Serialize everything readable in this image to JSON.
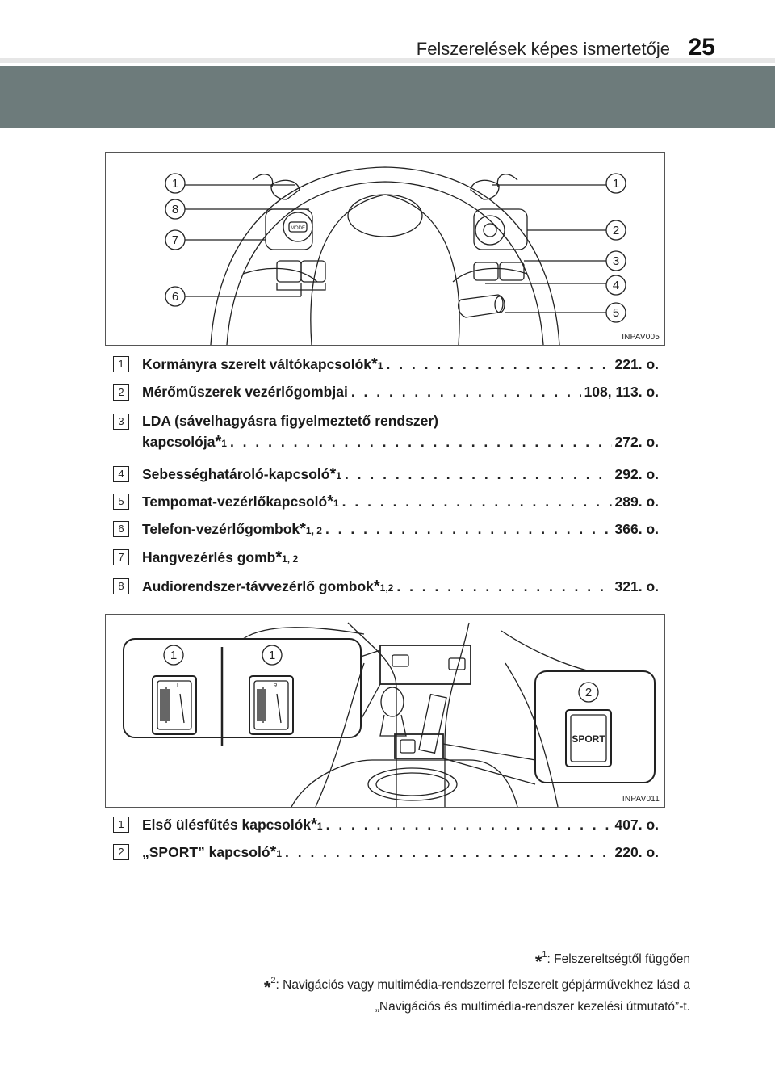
{
  "header": {
    "title": "Felszerelések képes ismertetője",
    "page_number": "25"
  },
  "figure1": {
    "code": "INPAV005",
    "callouts": [
      "1",
      "8",
      "7",
      "6",
      "1",
      "2",
      "3",
      "4",
      "5"
    ],
    "switch_label": "MODE"
  },
  "items1": [
    {
      "num": "1",
      "label": "Kormányra szerelt váltókapcsolók",
      "sup": "1",
      "page": "221. o."
    },
    {
      "num": "2",
      "label": "Mérőműszerek vezérlőgombjai",
      "sup": "",
      "page": "108, 113. o."
    },
    {
      "num": "3",
      "label_line1": "LDA (sávelhagyásra figyelmeztető rendszer)",
      "label": "kapcsolója",
      "sup": "1",
      "page": "272. o."
    },
    {
      "num": "4",
      "label": "Sebességhatároló-kapcsoló",
      "sup": "1",
      "page": "292. o."
    },
    {
      "num": "5",
      "label": "Tempomat-vezérlőkapcsoló",
      "sup": "1",
      "page": "289. o."
    },
    {
      "num": "6",
      "label": "Telefon-vezérlőgombok",
      "sup": "1, 2",
      "page": "366. o."
    },
    {
      "num": "7",
      "label": "Hangvezérlés gomb",
      "sup": "1, 2",
      "page": ""
    },
    {
      "num": "8",
      "label": "Audiorendszer-távvezérlő gombok",
      "sup": "1,2",
      "page": "321. o."
    }
  ],
  "figure2": {
    "code": "INPAV011",
    "callouts": [
      "1",
      "1",
      "2"
    ],
    "sport_label": "SPORT",
    "seat_letters": [
      "L",
      "R"
    ]
  },
  "items2": [
    {
      "num": "1",
      "label": "Első ülésfűtés kapcsolók",
      "sup": "1",
      "page": "407. o."
    },
    {
      "num": "2",
      "label": "„SPORT” kapcsoló",
      "sup": "1",
      "page": "220. o."
    }
  ],
  "footnotes": {
    "star": "*",
    "fn1_sup": "1",
    "fn1": ": Felszereltségtől függően",
    "fn2_sup": "2",
    "fn2_line1": ": Navigációs vagy multimédia-rendszerrel felszerelt gépjárművekhez lásd a",
    "fn2_line2": "„Navigációs és multimédia-rendszer kezelési útmutató”-t."
  },
  "leader": ". . . . . . . . . . . . . . . . . . . . . . . . . . . . . . . . . . . . . . . . . . . . . . . . . . . . . . . . . . . . . . . . . . . . . . . . ."
}
